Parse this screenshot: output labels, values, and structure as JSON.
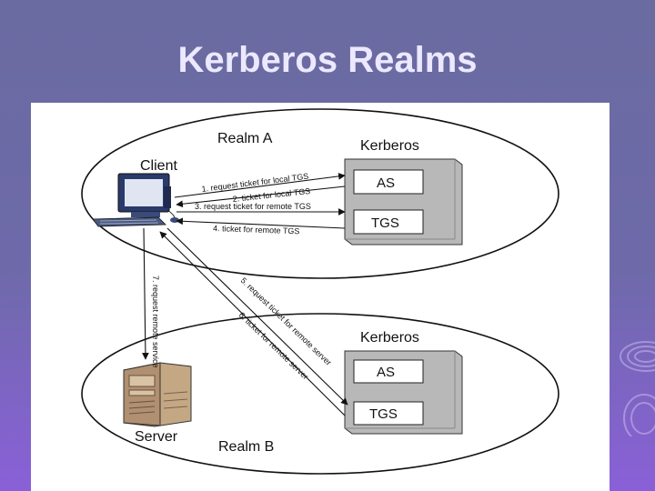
{
  "slide": {
    "title": "Kerberos Realms"
  },
  "realm_a": {
    "label": "Realm A",
    "client_label": "Client",
    "kerberos_label": "Kerberos",
    "as_label": "AS",
    "tgs_label": "TGS"
  },
  "realm_b": {
    "label": "Realm B",
    "server_label": "Server",
    "kerberos_label": "Kerberos",
    "as_label": "AS",
    "tgs_label": "TGS"
  },
  "messages": {
    "m1": "1. request ticket for local TGS",
    "m2": "2. ticket for local TGS",
    "m3": "3. request ticket for remote TGS",
    "m4": "4. ticket for remote TGS",
    "m5": "5. request ticket for remote server",
    "m6": "6. ticket for remote server",
    "m7": "7. request remote service"
  },
  "colors": {
    "background_top": "#6a6ba0",
    "background_bottom": "#8a60d8",
    "title": "#ece8ff",
    "kerberos_box": "#b8b8b8",
    "server_box": "#c4a884"
  }
}
